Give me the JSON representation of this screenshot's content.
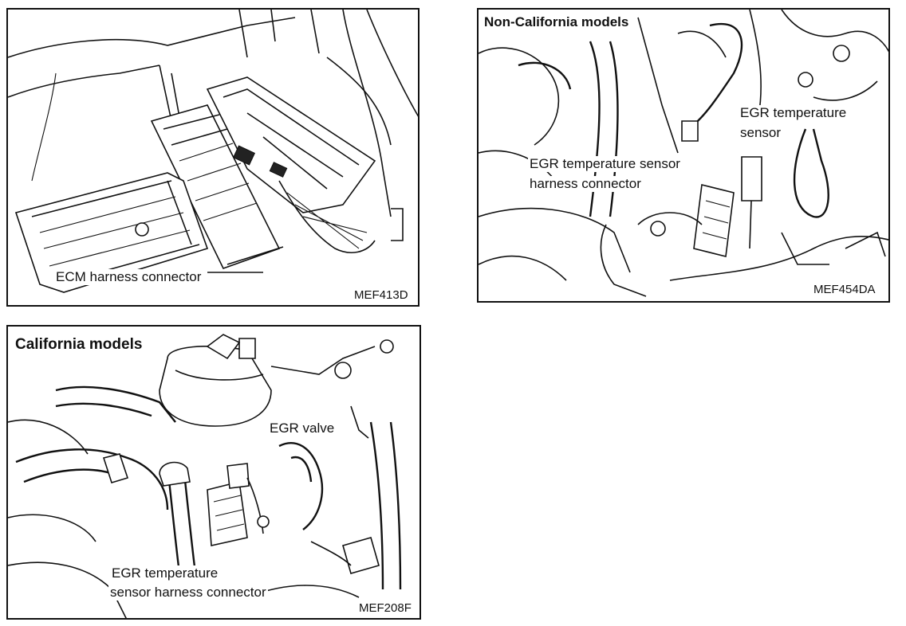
{
  "panels": {
    "ecm": {
      "label": "ECM harness connector",
      "code": "MEF413D"
    },
    "non_california": {
      "header": "Non-California models",
      "label_sensor_line1": "EGR temperature",
      "label_sensor_line2": "sensor",
      "label_connector_line1": "EGR temperature sensor",
      "label_connector_line2": "harness connector",
      "code": "MEF454DA"
    },
    "california": {
      "header": "California models",
      "label_valve": "EGR valve",
      "label_connector_line1": "EGR temperature",
      "label_connector_line2": "sensor harness connector",
      "code": "MEF208F"
    }
  }
}
